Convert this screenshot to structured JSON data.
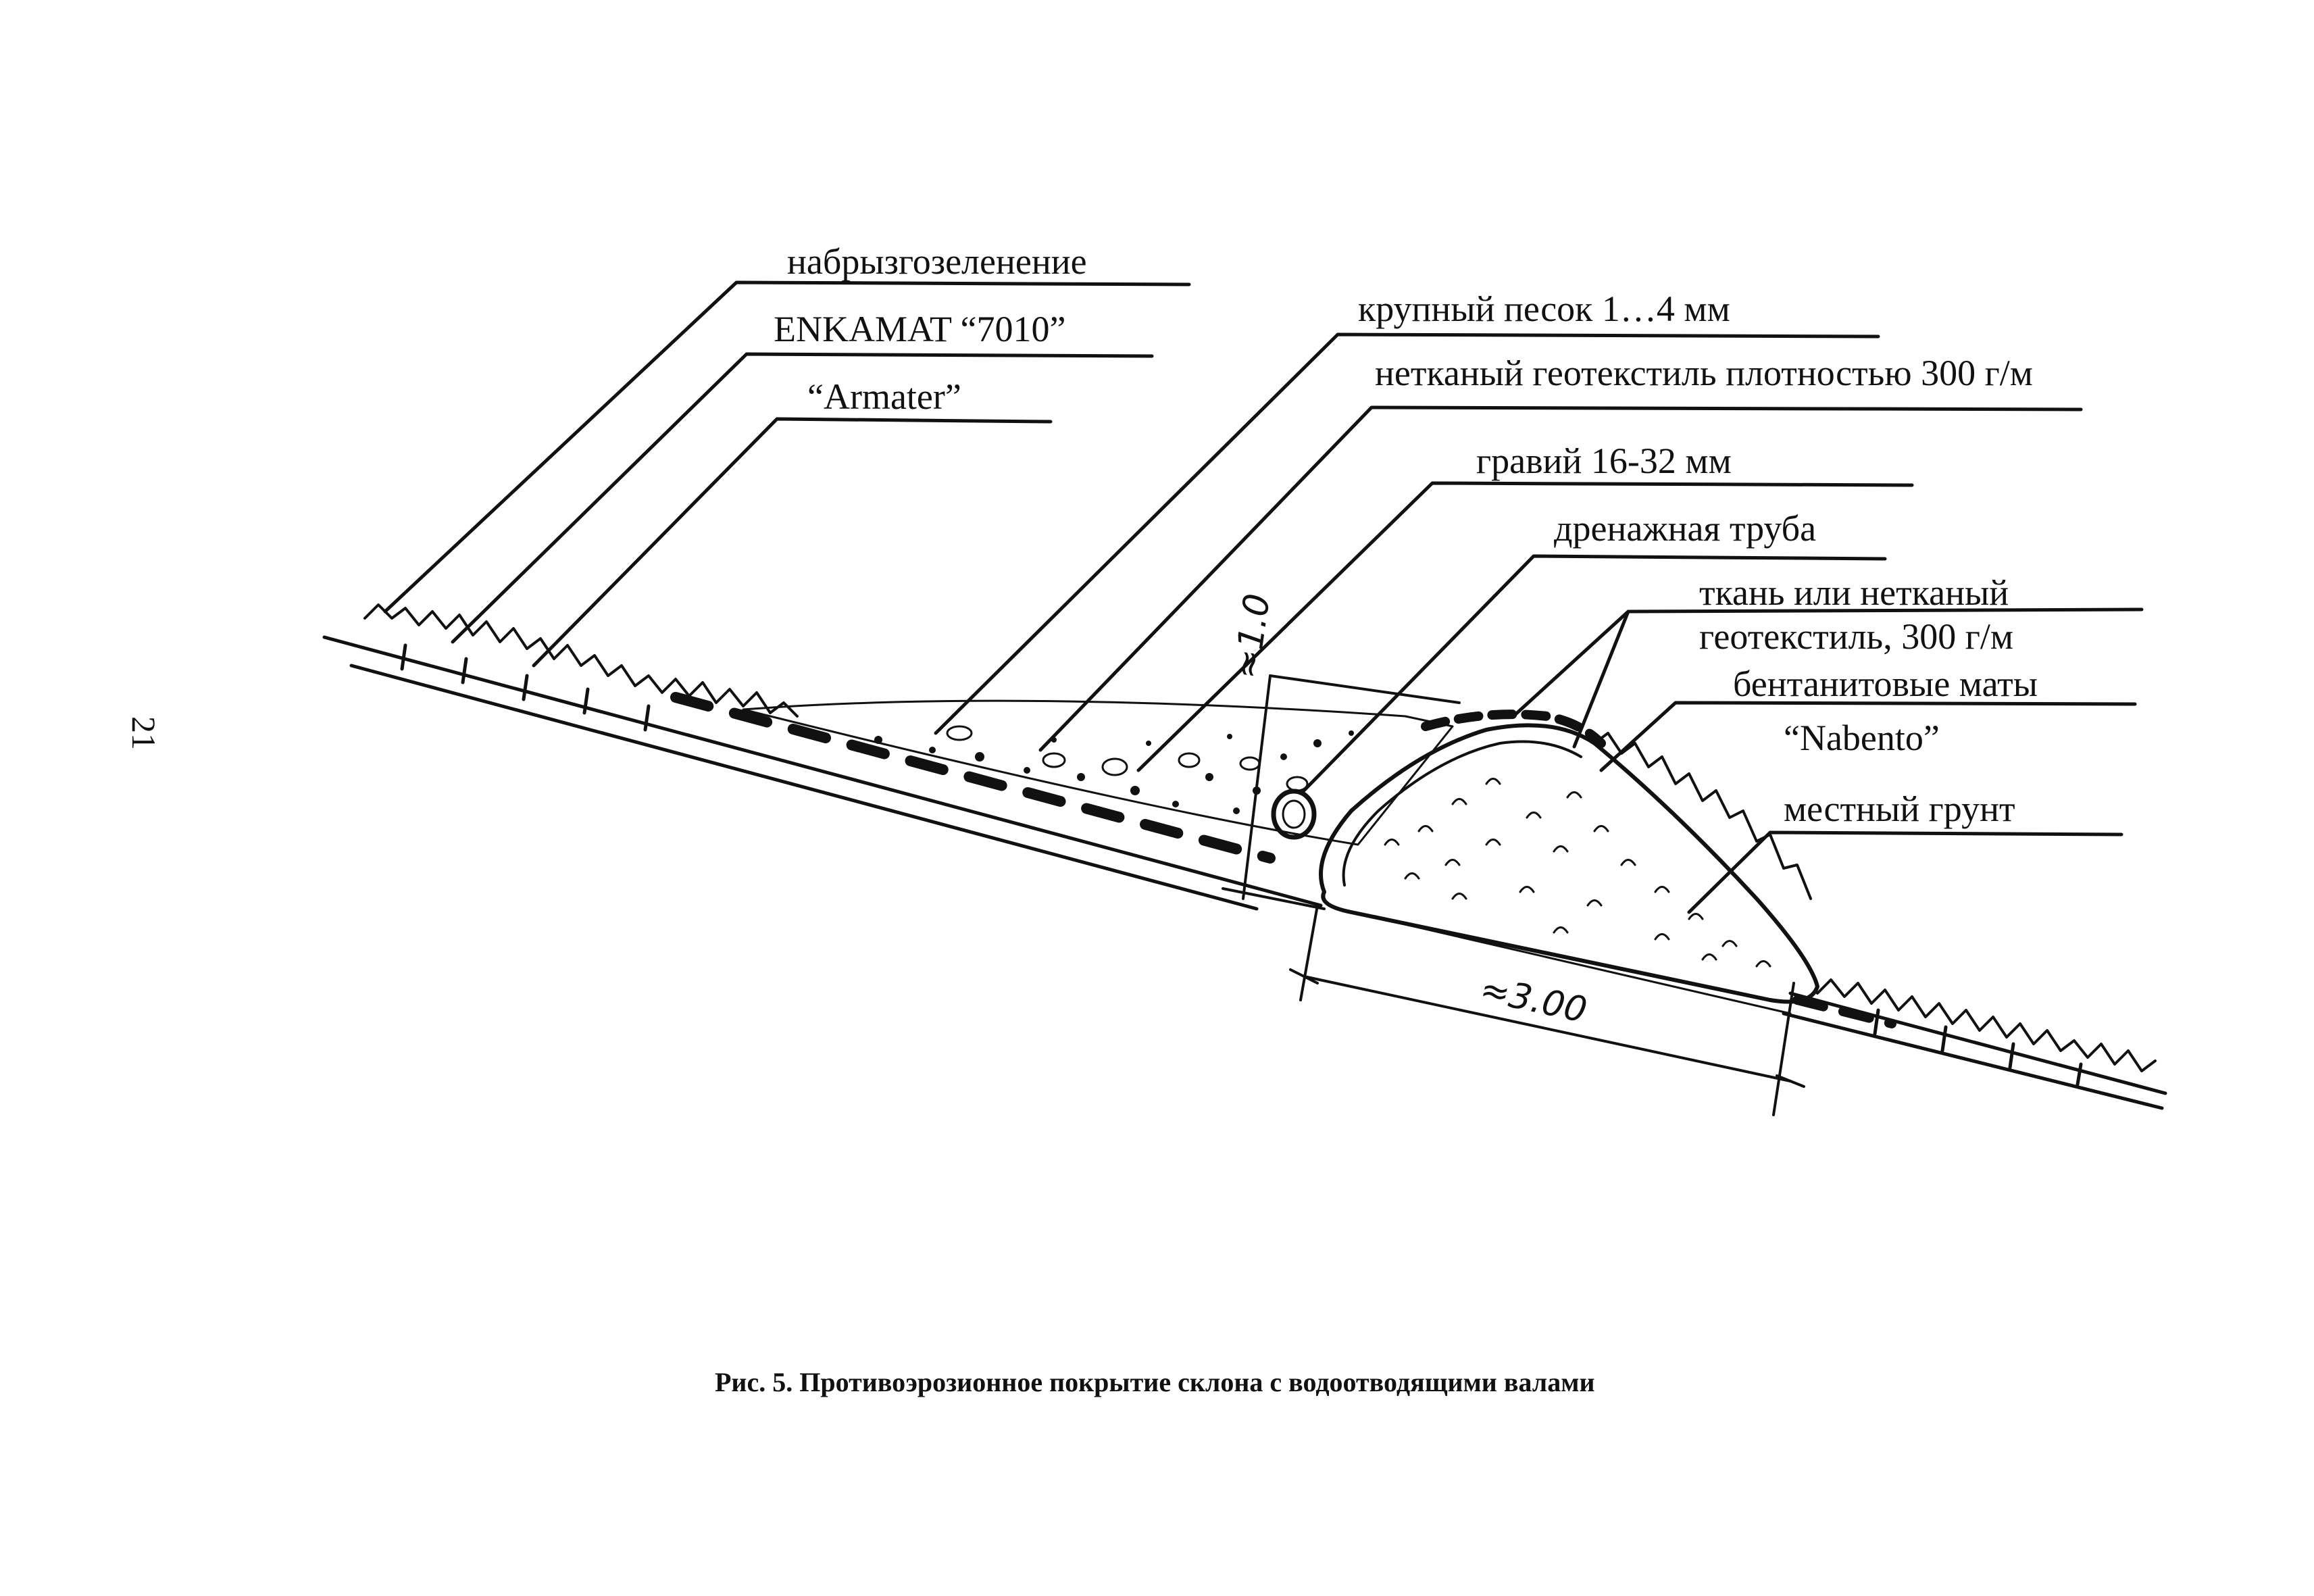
{
  "labels": {
    "spray_greening": "набрызгозеленение",
    "enkamat": "ENKAMAT “7010”",
    "armater": "“Armater”",
    "coarse_sand": "крупный песок 1…4 мм",
    "nonwoven_geotextile": "нетканый геотекстиль плотностью 300 г/м",
    "gravel": "гравий 16-32 мм",
    "drain_pipe": "дренажная труба",
    "fabric_line1": "ткань или нетканый",
    "fabric_line2": "геотекстиль, 300 г/м",
    "bentonite_line1": "бентанитовые маты",
    "bentonite_line2": "“Nabento”",
    "local_soil": "местный грунт"
  },
  "dimensions": {
    "height": "≈1.0",
    "width": "≈3.00"
  },
  "page_number": "21",
  "caption": "Рис. 5. Противоэрозионное покрытие склона с водоотводящими валами",
  "colors": {
    "ink": "#111111",
    "paper": "#ffffff"
  }
}
